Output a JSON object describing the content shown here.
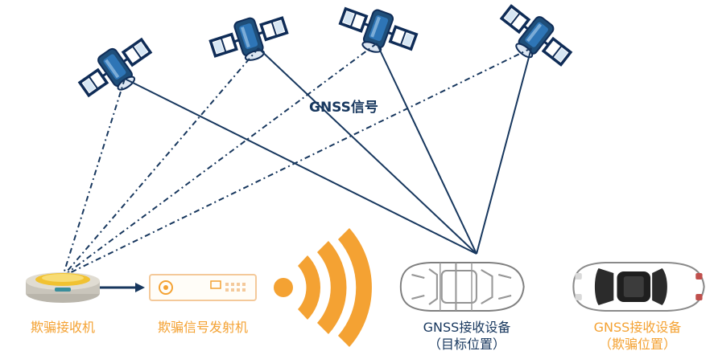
{
  "diagram": {
    "signal_label": "GNSS信号",
    "spoof_receiver_label": "欺骗接收机",
    "spoof_transmitter_label": "欺骗信号发射机",
    "target_device_label": "GNSS接收设备",
    "target_device_sublabel": "（目标位置）",
    "spoof_device_label": "GNSS接收设备",
    "spoof_device_sublabel": "（欺骗位置）",
    "satellite_count": 4,
    "colors": {
      "signal_line": "#17375e",
      "spoof_accent": "#f4a233",
      "satellite_body": "#0f2c57",
      "satellite_panel_highlight": "#5b9bd5"
    },
    "icons": [
      "satellite-icon",
      "receiver-icon",
      "transmitter-icon",
      "wifi-wave-icon",
      "car-icon"
    ]
  }
}
